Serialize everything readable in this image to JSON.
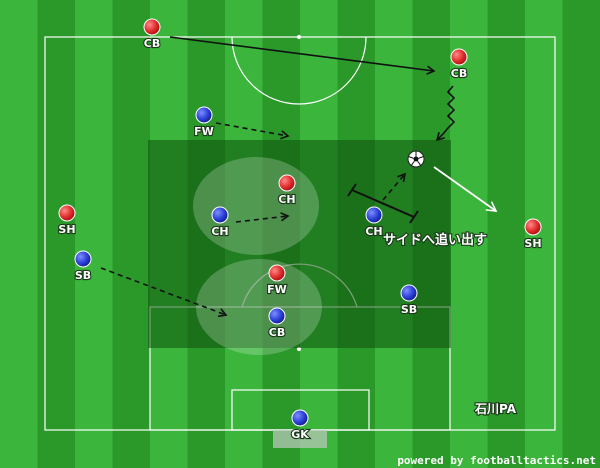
{
  "colors": {
    "pitch_light": "#3bb53b",
    "pitch_dark": "#2a992a",
    "home": "#e02b2b",
    "away": "#2a3fd6",
    "line": "#ffffff"
  },
  "players": {
    "red_cb_top": "CB",
    "red_cb_right": "CB",
    "red_sh_left": "SH",
    "red_ch": "CH",
    "red_fw": "FW",
    "red_sh_right": "SH",
    "blue_fw": "FW",
    "blue_ch_left": "CH",
    "blue_ch_right": "CH",
    "blue_sb_left": "SB",
    "blue_cb": "CB",
    "blue_sb_right": "SB",
    "blue_gk": "GK"
  },
  "annotation": "サイドへ追い出す",
  "area_label": "石川PA",
  "credit": "powered by footballtactics.net",
  "icons": {
    "ball": "soccer-ball-icon"
  }
}
